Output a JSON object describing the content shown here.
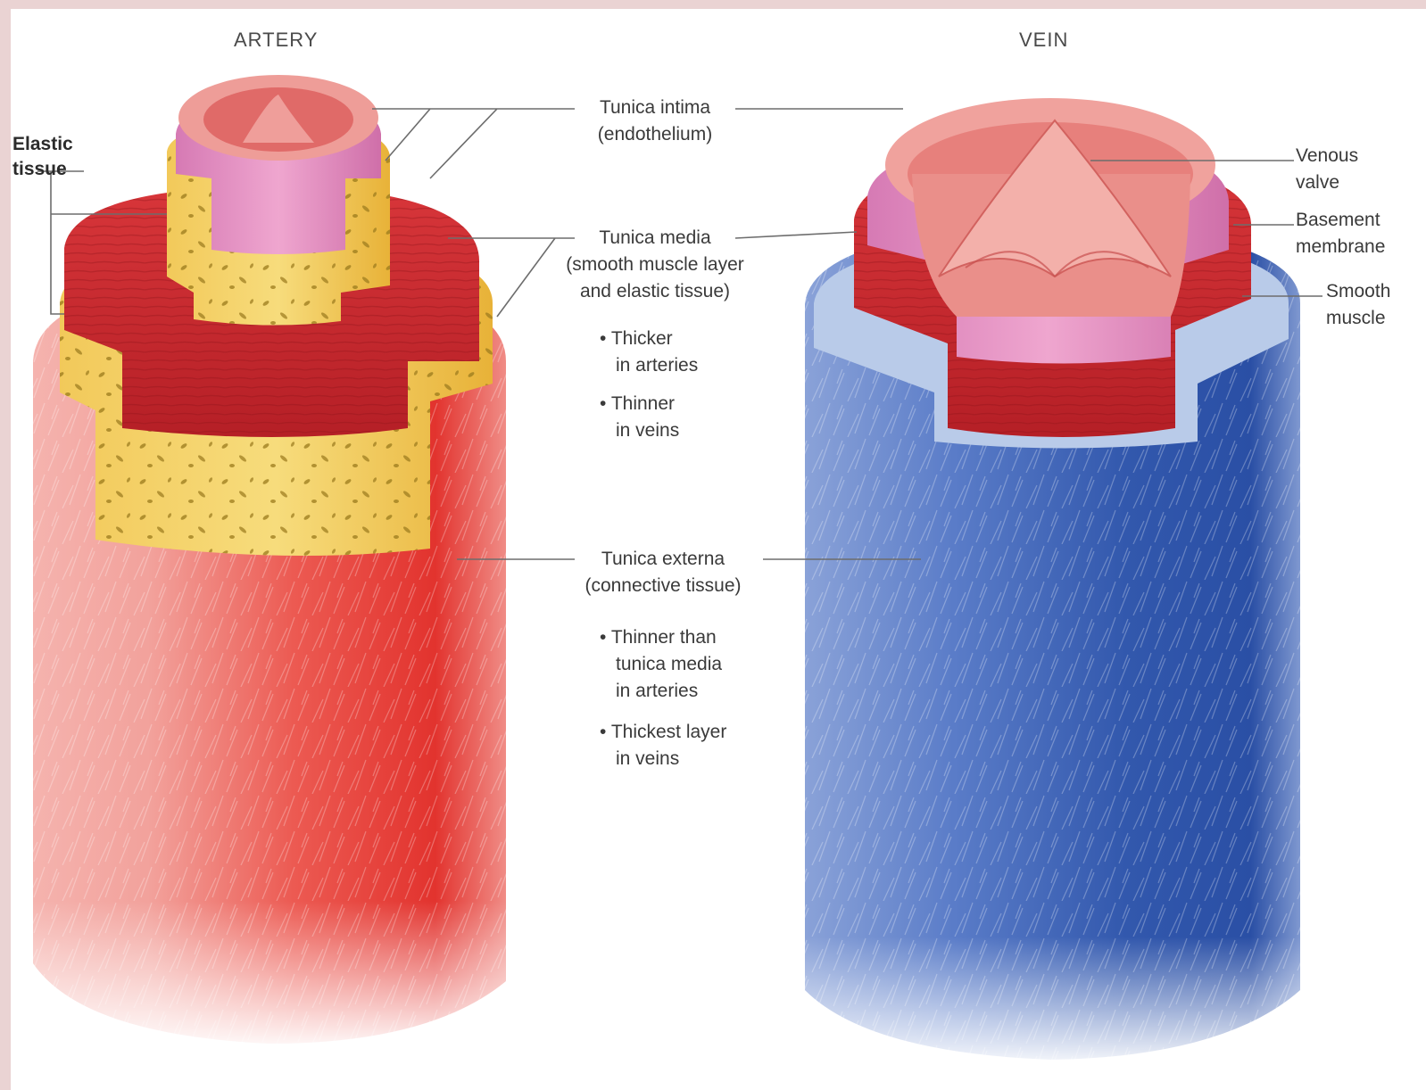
{
  "titles": {
    "artery": "ARTERY",
    "vein": "VEIN"
  },
  "labels": {
    "elastic_tissue": [
      "Elastic",
      "tissue"
    ],
    "tunica_intima": {
      "name": "Tunica intima",
      "detail": "(endothelium)"
    },
    "tunica_media": {
      "name": "Tunica media",
      "detail": [
        "(smooth muscle layer",
        "and elastic tissue)"
      ]
    },
    "media_notes": [
      [
        "Thicker",
        "in arteries"
      ],
      [
        "Thinner",
        "in veins"
      ]
    ],
    "tunica_externa": {
      "name": "Tunica externa",
      "detail": "(connective tissue)"
    },
    "externa_notes": [
      [
        "Thinner than",
        "tunica media",
        "in arteries"
      ],
      [
        "Thickest layer",
        "in veins"
      ]
    ],
    "venous_valve": [
      "Venous",
      "valve"
    ],
    "basement_membrane": [
      "Basement",
      "membrane"
    ],
    "smooth_muscle": [
      "Smooth",
      "muscle"
    ]
  },
  "colors": {
    "artery_outer": "#d9322f",
    "elastic": "#e8b93a",
    "muscle": "#c8262a",
    "intima": "#e58a8e",
    "basement": "#d88ab6",
    "vein_outer": "#3b62b8"
  }
}
